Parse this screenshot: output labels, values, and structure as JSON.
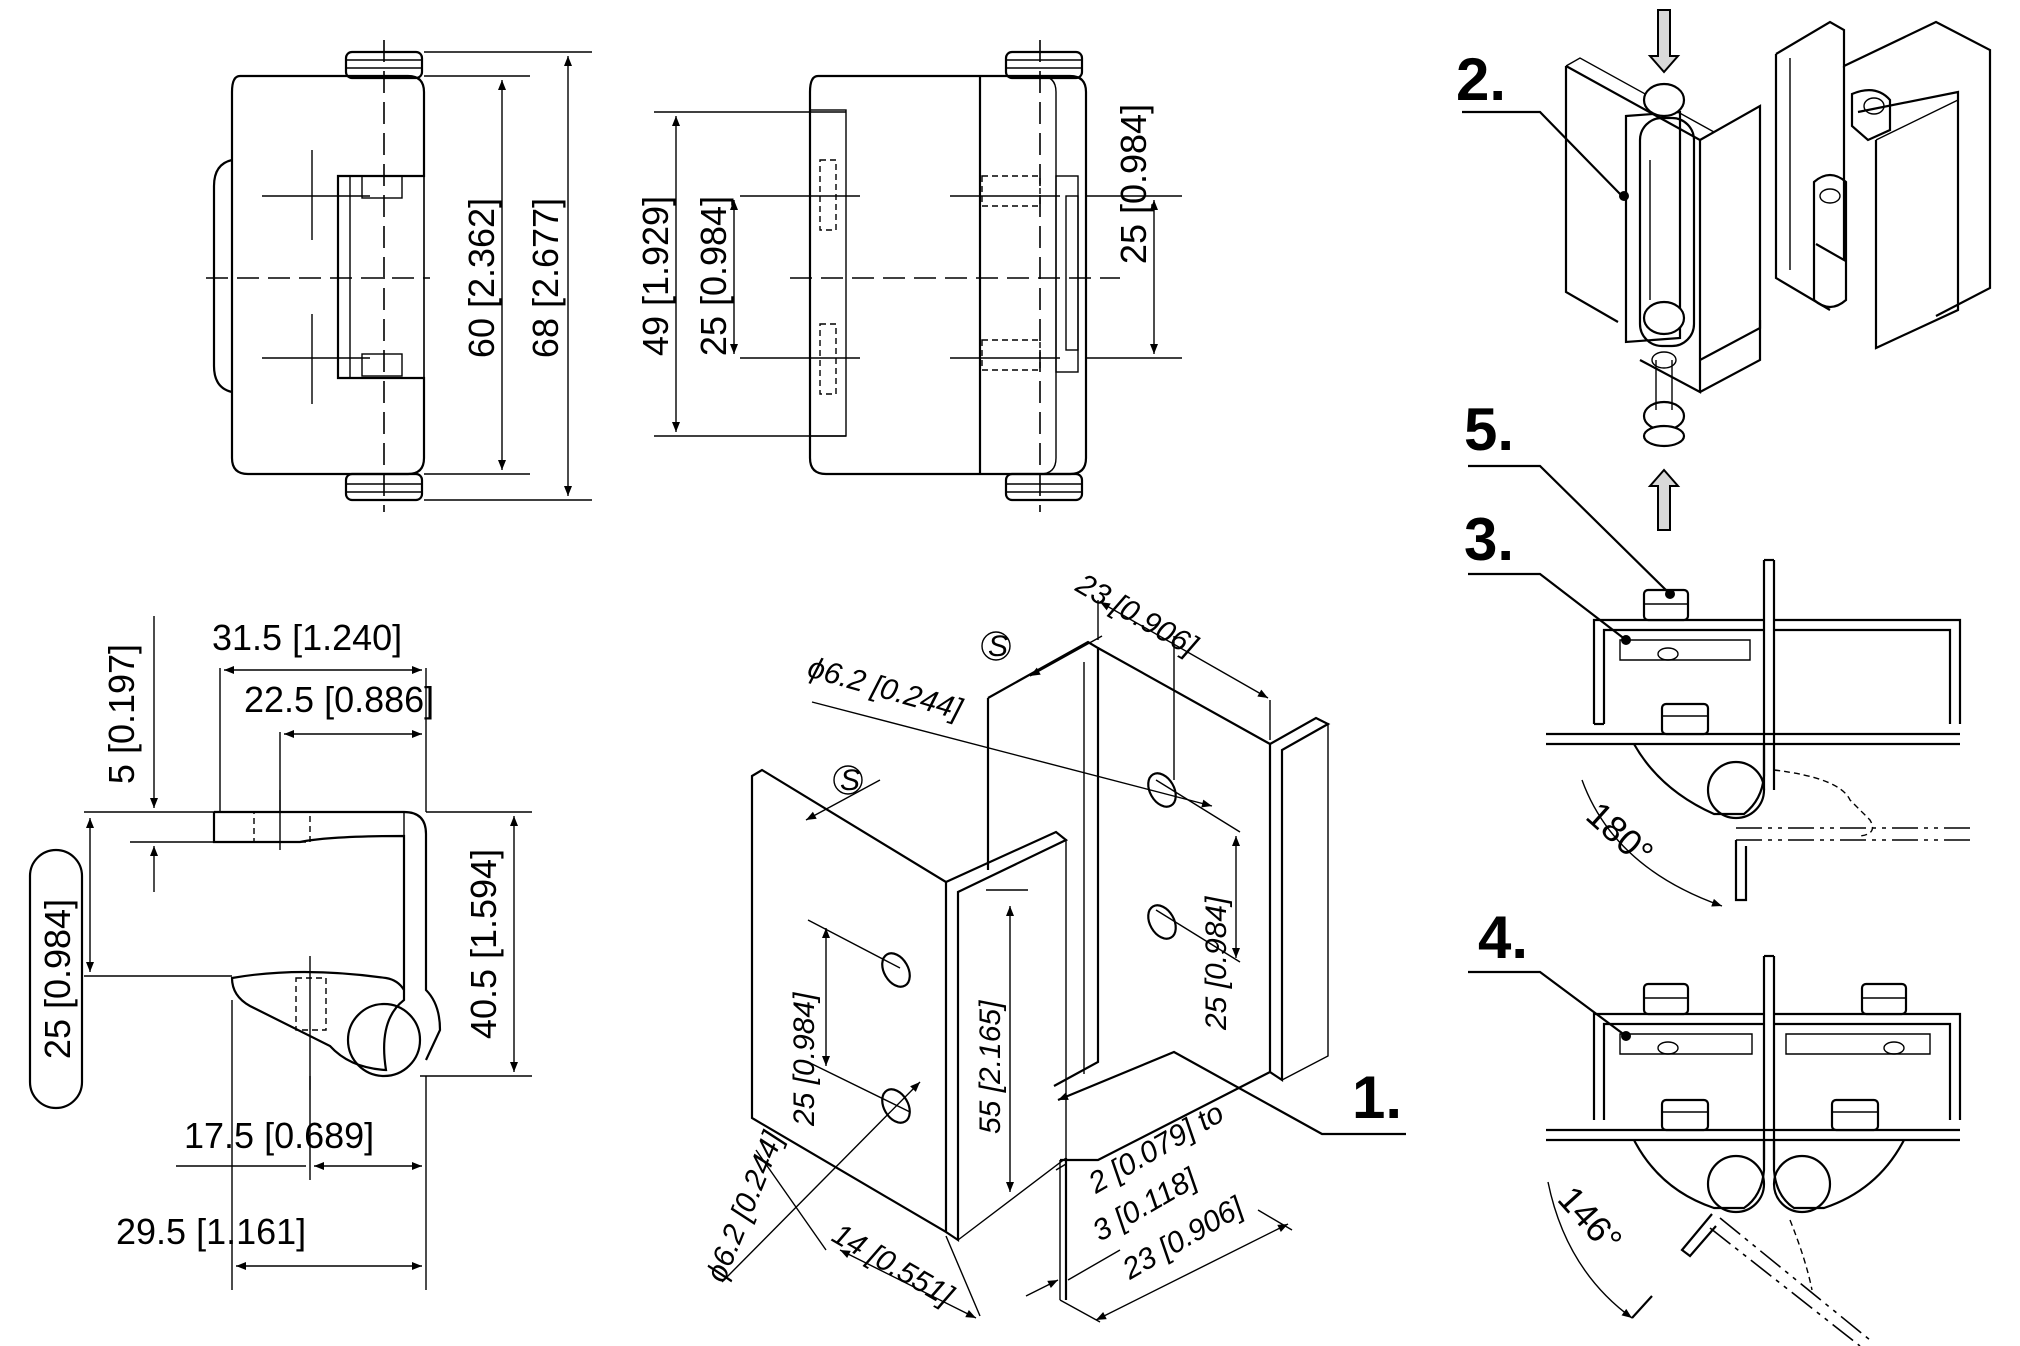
{
  "dims": {
    "d60": "60 [2.362]",
    "d68": "68 [2.677]",
    "d49": "49 [1.929]",
    "d25a": "25 [0.984]",
    "d25b": "25 [0.984]",
    "d31": "31.5 [1.240]",
    "d22": "22.5 [0.886]",
    "d5": "5 [0.197]",
    "d25c": "25 [0.984]",
    "d40": "40.5 [1.594]",
    "d17": "17.5 [0.689]",
    "d29": "29.5 [1.161]",
    "d23top": "23 [0.906]",
    "dphi1": "ϕ6.2 [0.244]",
    "dphi2": "ϕ6.2 [0.244]",
    "d25iso1": "25 [0.984]",
    "d25iso2": "25 [0.984]",
    "d55": "55 [2.165]",
    "d14": "14 [0.551]",
    "d23bot": "23 [0.906]",
    "dgap1": "2 [0.079] to",
    "dgap2": "3 [0.118]",
    "s1": "S",
    "s2": "S"
  },
  "steps": {
    "n1": "1.",
    "n2": "2.",
    "n3": "3.",
    "n4": "4.",
    "n5": "5."
  },
  "angles": {
    "a180": "180°",
    "a146": "146°"
  }
}
